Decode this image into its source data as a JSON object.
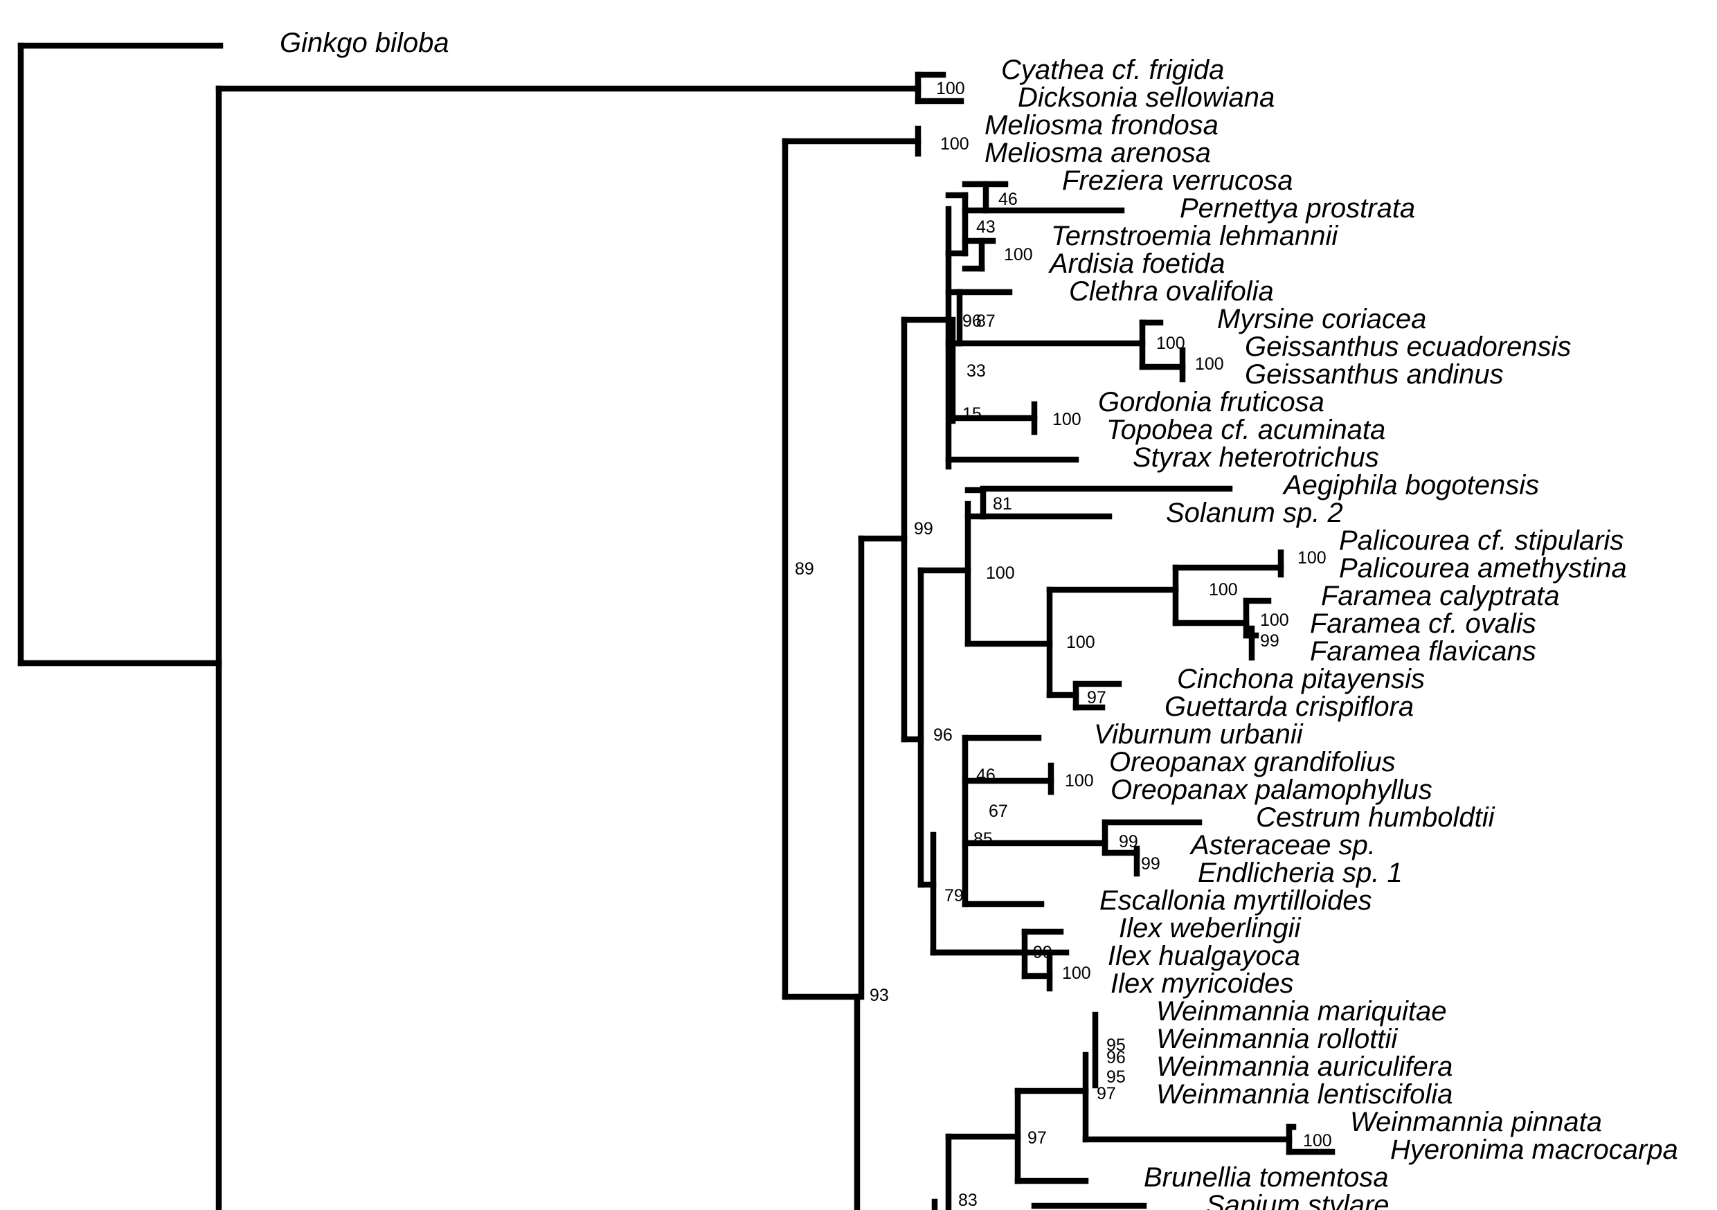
{
  "tree": {
    "line_color": "#000000",
    "taxa": [
      "Ginkgo biloba",
      "Cyathea cf. frigida",
      "Dicksonia sellowiana",
      "Meliosma frondosa",
      "Meliosma arenosa",
      "Freziera verrucosa",
      "Pernettya prostrata",
      "Ternstroemia lehmannii",
      "Ardisia foetida",
      "Clethra ovalifolia",
      "Myrsine coriacea",
      "Geissanthus ecuadorensis",
      "Geissanthus andinus",
      "Gordonia fruticosa",
      "Topobea cf. acuminata",
      "Styrax heterotrichus",
      "Aegiphila bogotensis",
      "Solanum sp. 2",
      "Palicourea cf. stipularis",
      "Palicourea amethystina",
      "Faramea calyptrata",
      "Faramea cf. ovalis",
      "Faramea flavicans",
      "Cinchona pitayensis",
      "Guettarda crispiflora",
      "Viburnum urbanii",
      "Oreopanax grandifolius",
      "Oreopanax palamophyllus",
      "Cestrum humboldtii",
      "Asteraceae sp.",
      "Endlicheria sp. 1",
      "Escallonia myrtilloides",
      "Ilex weberlingii",
      "Ilex hualgayoca",
      "Ilex myricoides",
      "Weinmannia mariquitae",
      "Weinmannia rollottii",
      "Weinmannia auriculifera",
      "Weinmannia lentiscifolia",
      "Weinmannia pinnata",
      "Hyeronima macrocarpa",
      "Brunellia tomentosa",
      "Sapium stylare"
    ],
    "support_values": [
      "100",
      "100",
      "46",
      "43",
      "100",
      "96",
      "87",
      "100",
      "100",
      "33",
      "15",
      "100",
      "99",
      "89",
      "81",
      "100",
      "100",
      "100",
      "100",
      "99",
      "100",
      "97",
      "96",
      "46",
      "100",
      "67",
      "85",
      "99",
      "99",
      "79",
      "99",
      "100",
      "93",
      "95",
      "96",
      "95",
      "97",
      "100",
      "97",
      "83"
    ]
  }
}
